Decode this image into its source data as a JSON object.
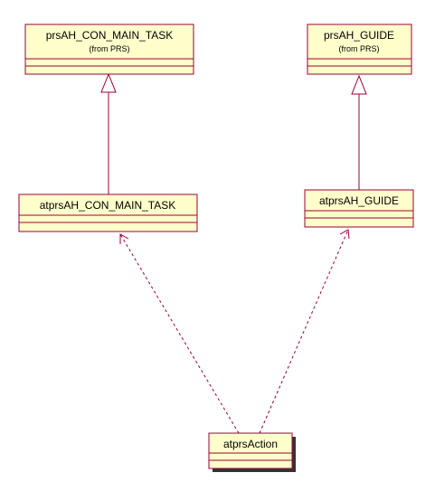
{
  "colors": {
    "box_fill": "#ffffcc",
    "box_stroke": "#990033",
    "line": "#990033",
    "shadow": "#333333",
    "text": "#000000"
  },
  "classes": {
    "prs_con_main_task": {
      "name": "prsAH_CON_MAIN_TASK",
      "origin": "(from PRS)"
    },
    "prs_guide": {
      "name": "prsAH_GUIDE",
      "origin": "(from PRS)"
    },
    "atprs_con_main_task": {
      "name": "atprsAH_CON_MAIN_TASK"
    },
    "atprs_guide": {
      "name": "atprsAH_GUIDE"
    },
    "atprs_action": {
      "name": "atprsAction"
    }
  },
  "relations": [
    {
      "type": "generalization",
      "from": "atprs_con_main_task",
      "to": "prs_con_main_task"
    },
    {
      "type": "generalization",
      "from": "atprs_guide",
      "to": "prs_guide"
    },
    {
      "type": "dependency",
      "from": "atprs_action",
      "to": "atprs_con_main_task"
    },
    {
      "type": "dependency",
      "from": "atprs_action",
      "to": "atprs_guide"
    }
  ]
}
